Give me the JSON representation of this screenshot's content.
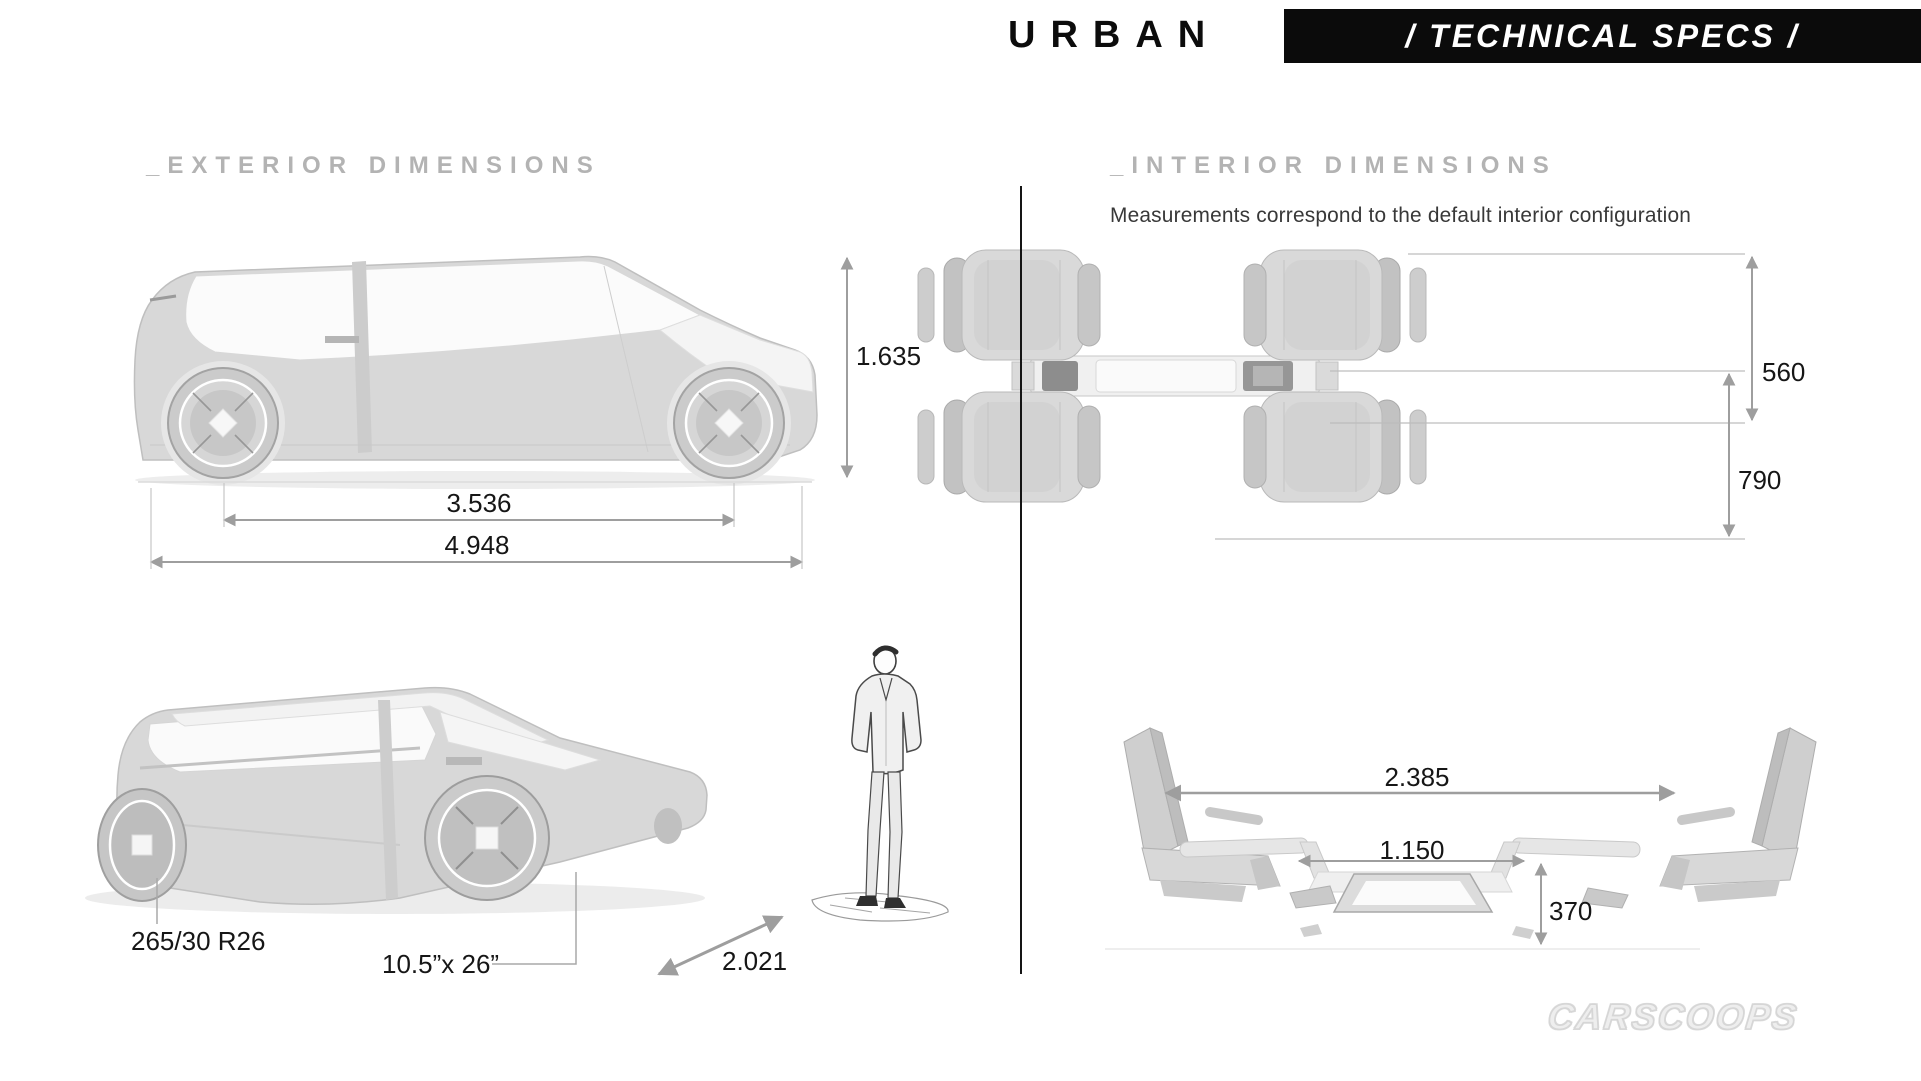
{
  "header": {
    "brand": "URBAN",
    "banner": "/ TECHNICAL SPECS /"
  },
  "exterior": {
    "title": "_EXTERIOR DIMENSIONS",
    "side_view": {
      "height": "1.635",
      "wheelbase": "3.536",
      "length": "4.948"
    },
    "rear_view": {
      "tire": "265/30 R26",
      "wheel": "10.5”x 26”",
      "width": "2.021"
    }
  },
  "interior": {
    "title": "_INTERIOR DIMENSIONS",
    "subtitle": "Measurements correspond to the default interior configuration",
    "top_view": {
      "seat_depth": "560",
      "seat_pitch": "790"
    },
    "rear_view": {
      "cabin_width": "2.385",
      "floor_width": "1.150",
      "floor_height": "370"
    }
  },
  "watermark": "CARSCOOPS",
  "colors": {
    "banner_bg": "#0b0b0b",
    "title_gray": "#b3b3b3",
    "artwork_gray": "#d8d8d8",
    "dimension_gray": "#9e9e9e"
  }
}
